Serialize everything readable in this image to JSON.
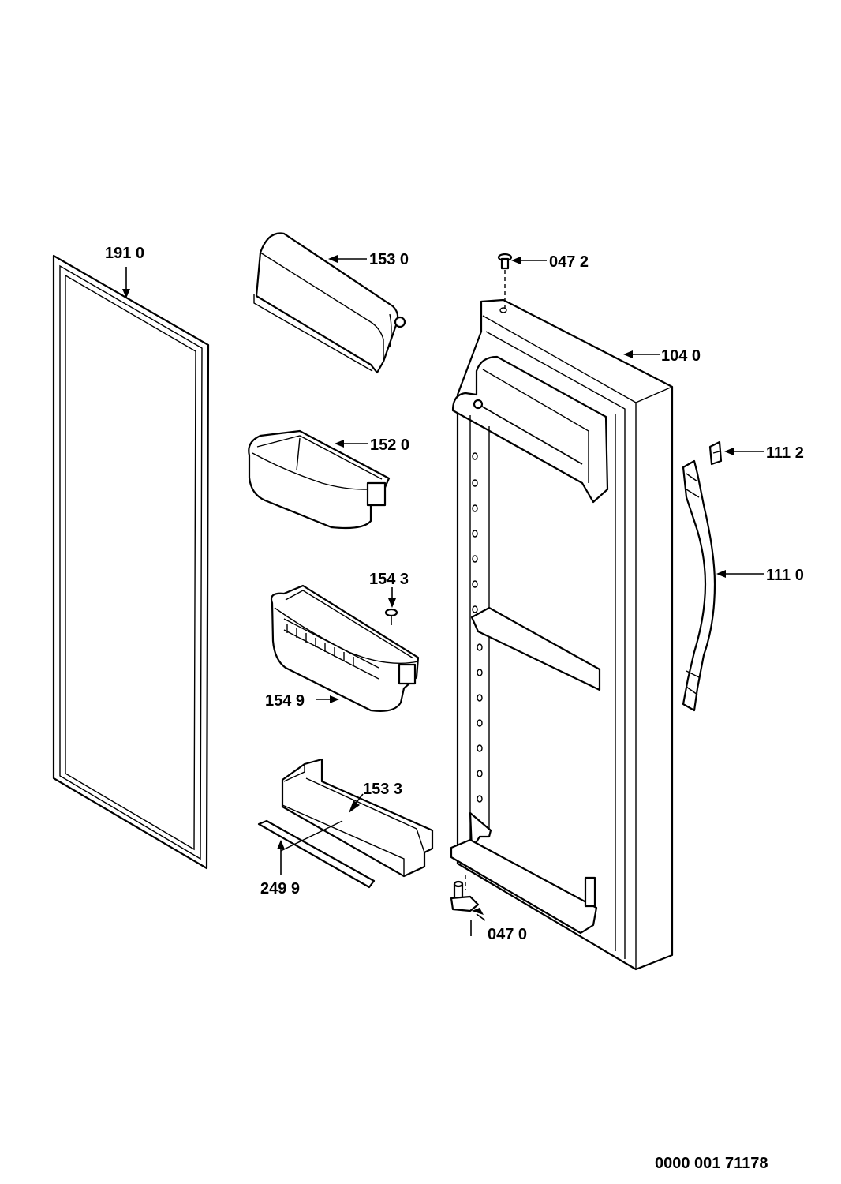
{
  "parts": [
    {
      "id": "gasket",
      "label": "191 0"
    },
    {
      "id": "dairy-cover",
      "label": "153 0"
    },
    {
      "id": "hinge-pin-top",
      "label": "047 2"
    },
    {
      "id": "door",
      "label": "104 0"
    },
    {
      "id": "handle-cap",
      "label": "111 2"
    },
    {
      "id": "upper-bin",
      "label": "152 0"
    },
    {
      "id": "handle",
      "label": "111 0"
    },
    {
      "id": "screw",
      "label": "154 3"
    },
    {
      "id": "egg-bin",
      "label": "154 9"
    },
    {
      "id": "shelf-rail",
      "label": "153 3"
    },
    {
      "id": "trim-strip",
      "label": "249 9"
    },
    {
      "id": "hinge-pin-bottom",
      "label": "047 0"
    }
  ],
  "document_number": "0000 001 71178"
}
